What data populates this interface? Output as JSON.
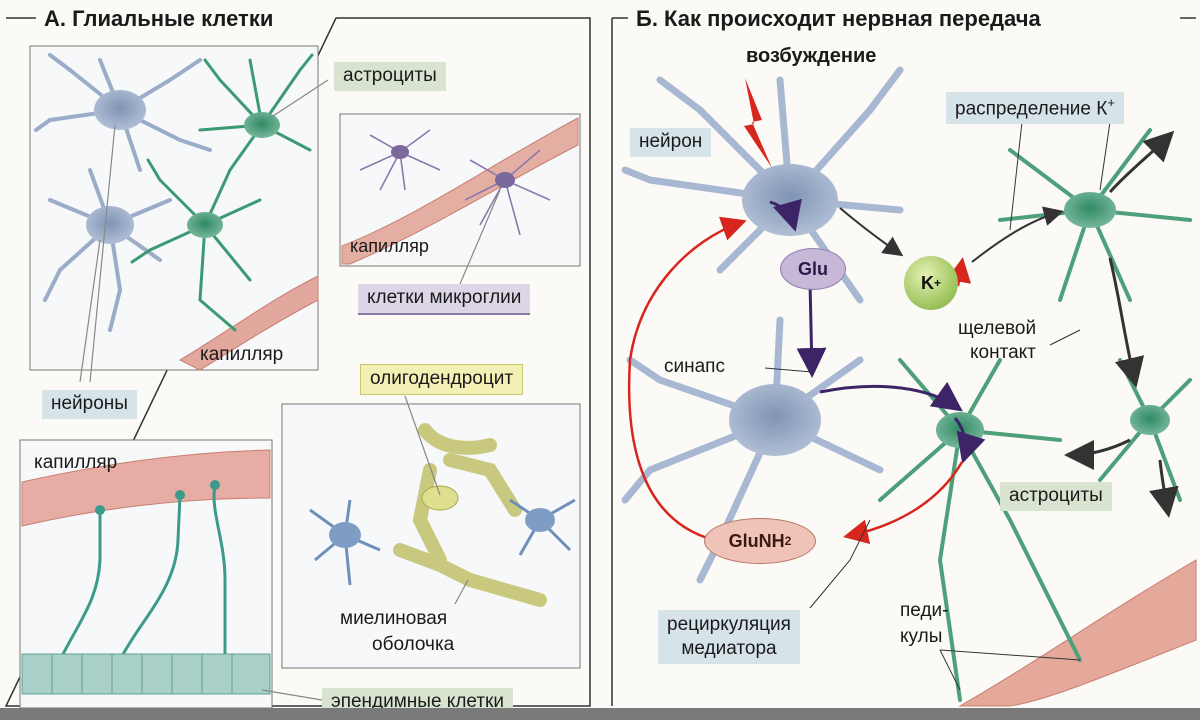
{
  "panel_a": {
    "title": "А. Глиальные клетки",
    "astrocytes": "астроциты",
    "capillary_1": "капилляр",
    "neurons": "нейроны",
    "capillary_2": "капилляр",
    "microglia": "клетки микроглии",
    "oligodendrocyte": "олигодендроцит",
    "capillary_3": "капилляр",
    "myelin": [
      "миелиновая",
      "оболочка"
    ],
    "ependymal": "эпендимные клетки"
  },
  "panel_b": {
    "title": "Б.  Как происходит нервная передача",
    "excitation": "возбуждение",
    "neuron": "нейрон",
    "k_distribution": "распределение К",
    "k_sup": "+",
    "glu": "Glu",
    "k_ion": "K",
    "k_ion_sup": "+",
    "gap_junction": [
      "щелевой",
      "контакт"
    ],
    "synapse": "синапс",
    "astrocytes": "астроциты",
    "glunh2": "GluNH",
    "glunh2_sub": "2",
    "recycling": [
      "рециркуляция",
      "медиатора"
    ],
    "pedicles": [
      "педи-",
      "кулы"
    ]
  }
}
